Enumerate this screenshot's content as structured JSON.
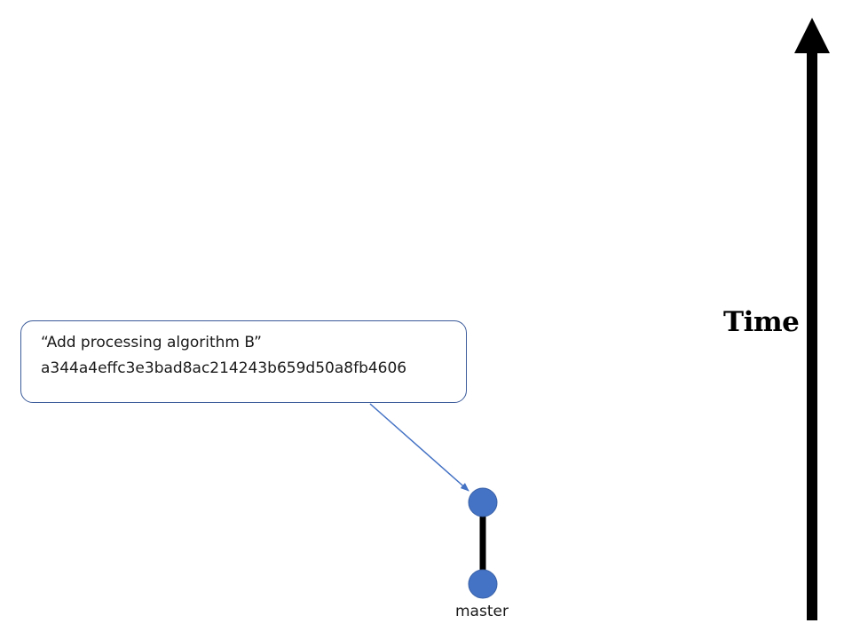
{
  "callout": {
    "message": "“Add processing algorithm B”",
    "hash": "a344a4effc3e3bad8ac214243b659d50a8fb4606"
  },
  "time_axis": {
    "label": "Time"
  },
  "branch": {
    "label": "master"
  },
  "colors": {
    "commit_fill": "#4472c4",
    "callout_border": "#3b5b9a",
    "pointer_line": "#4472c4",
    "edge": "#000000",
    "time_arrow": "#000000"
  }
}
